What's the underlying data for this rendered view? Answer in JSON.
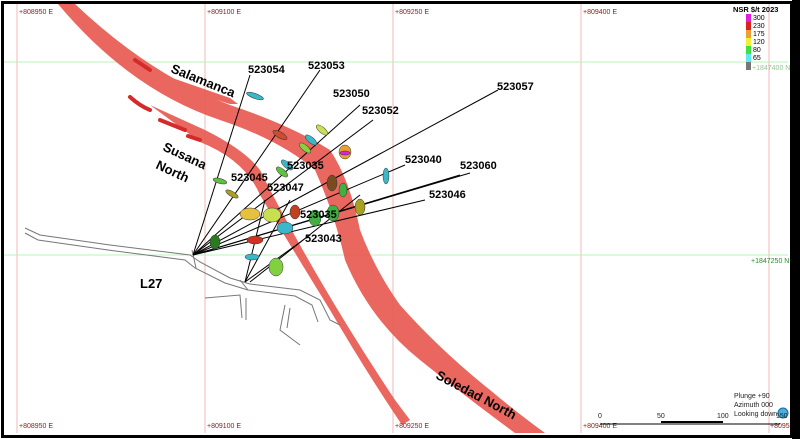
{
  "grid": {
    "eastings_top": [
      "+808950 E",
      "+809100 E",
      "+809250 E",
      "+809400 E"
    ],
    "eastings_bottom": [
      "+808950 E",
      "+809100 E",
      "+809250 E",
      "+809400 E",
      "+8095"
    ],
    "northings": [
      "+1847400 N",
      "+1847250 N"
    ]
  },
  "zones": [
    "Salamanca",
    "Susana",
    "North",
    "Soledad North"
  ],
  "level": "L27",
  "drillholes": [
    "523054",
    "523053",
    "523050",
    "523052",
    "523057",
    "523035",
    "523040",
    "523060",
    "523045",
    "523047",
    "523046",
    "523035",
    "523043"
  ],
  "legend": {
    "title": "NSR $/t 2023",
    "items": [
      {
        "label": "300",
        "color": "#e020e0"
      },
      {
        "label": "230",
        "color": "#e02020"
      },
      {
        "label": "175",
        "color": "#f0a030"
      },
      {
        "label": "120",
        "color": "#f0f030"
      },
      {
        "label": "80",
        "color": "#40e040"
      },
      {
        "label": "65",
        "color": "#60e8f0"
      },
      {
        "label": "",
        "color": "#777777"
      }
    ]
  },
  "view": {
    "plunge": "Plunge +90",
    "azimuth": "Azimuth 000",
    "looking": "Looking down"
  },
  "scale": [
    "0",
    "50",
    "100",
    "150"
  ]
}
